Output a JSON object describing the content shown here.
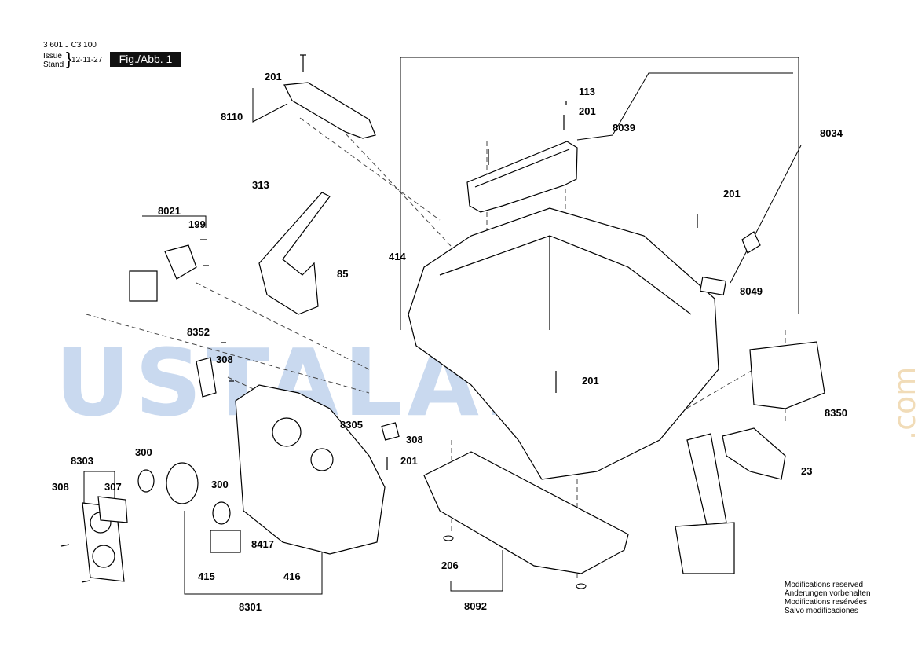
{
  "header": {
    "doc_number": "3 601 J C3 100",
    "issue_label": "Issue",
    "stand_label": "Stand",
    "date": "12-11-27",
    "figure_label": "Fig./Abb. 1"
  },
  "watermark": {
    "text": "USTALARA",
    "suffix": ".com"
  },
  "parts": {
    "p201_a": "201",
    "p8110": "8110",
    "p113": "113",
    "p201_b": "201",
    "p8039": "8039",
    "p8034": "8034",
    "p313": "313",
    "p201_c": "201",
    "p8021": "8021",
    "p199": "199",
    "p85": "85",
    "p414": "414",
    "p8049": "8049",
    "p8352": "8352",
    "p308_a": "308",
    "p201_d": "201",
    "p8350": "8350",
    "p8305": "8305",
    "p308_b": "308",
    "p300_a": "300",
    "p201_e": "201",
    "p23": "23",
    "p8303": "8303",
    "p308_c": "308",
    "p307": "307",
    "p300_b": "300",
    "p8417": "8417",
    "p206": "206",
    "p415": "415",
    "p416": "416",
    "p8301": "8301",
    "p8092": "8092"
  },
  "notes": {
    "en": "Modifications reserved",
    "de": "Änderungen vorbehalten",
    "fr": "Modifications resérvées",
    "it": "Salvo modificaciones"
  }
}
